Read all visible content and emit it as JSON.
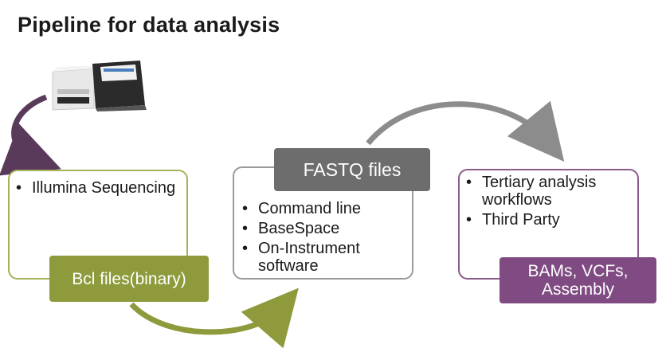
{
  "title": "Pipeline for data analysis",
  "stages": {
    "sequencing": {
      "items": [
        "Illumina Sequencing"
      ],
      "tag": "Bcl files(binary)"
    },
    "conversion": {
      "header": "FASTQ files",
      "items": [
        "Command line",
        "BaseSpace",
        "On-Instrument software"
      ]
    },
    "analysis": {
      "items": [
        "Tertiary analysis workflows",
        "Third Party"
      ],
      "tag": "BAMs, VCFs, Assembly"
    }
  },
  "colors": {
    "green": "#8e9a3c",
    "gray": "#6d6d6d",
    "purple": "#7f4b82",
    "arrow_purple": "#5a3a5a",
    "arrow_green": "#8e9a3c",
    "arrow_gray": "#8c8c8c"
  },
  "icons": [
    "sequencer-device-icon"
  ]
}
